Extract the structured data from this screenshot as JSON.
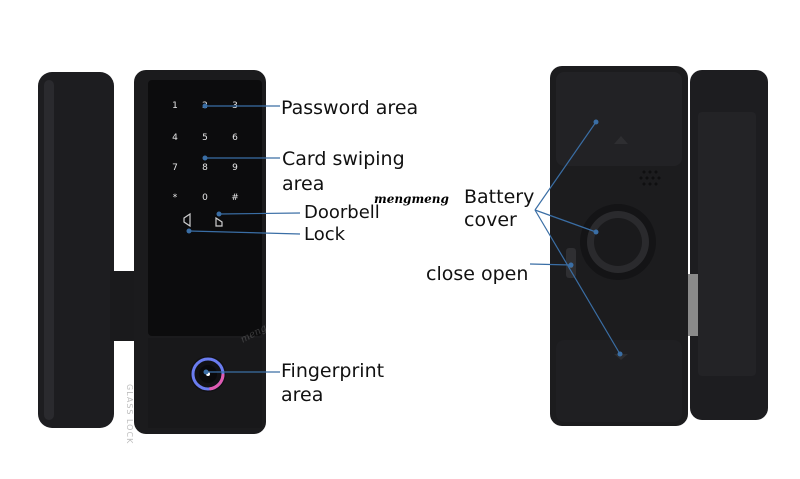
{
  "callouts": {
    "password_area": "Password area",
    "card_swiping_line1": "Card swiping",
    "card_swiping_line2": "area",
    "doorbell": "Doorbell",
    "lock": "Lock",
    "fingerprint_line1": "Fingerprint",
    "fingerprint_line2": "area",
    "battery_line1": "Battery",
    "battery_line2": "cover",
    "close_open": "close open"
  },
  "watermark": "mengmeng",
  "front_panel": {
    "vertical_text": "GLASS LOCK",
    "keypad": [
      "1",
      "2",
      "3",
      "4",
      "5",
      "6",
      "7",
      "8",
      "9",
      "*",
      "0",
      "#"
    ]
  },
  "colors": {
    "lock_body": "#1b1b1d",
    "keypad_glass": "#0c0c0d",
    "leader_line": "#3a6ea5",
    "fingerprint_ring": "#6a7cf0"
  }
}
